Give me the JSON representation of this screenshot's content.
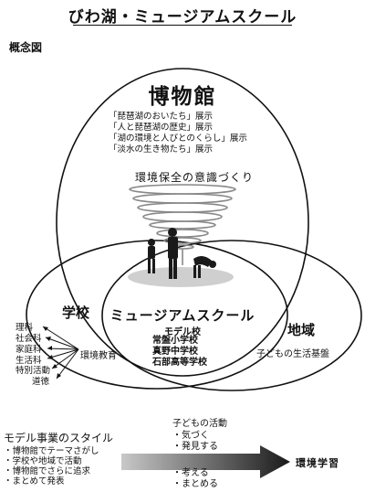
{
  "title": "びわ湖・ミュージアムスクール",
  "concept_label": "概念図",
  "museum": {
    "title": "博物館",
    "exhibits": [
      "「琵琶湖のおいたち」展示",
      "「人と琵琶湖の歴史」展示",
      "「湖の環境と人びとのくらし」展示",
      "「淡水の生き物たち」展示"
    ],
    "env_awareness": "環境保全の意識づくり"
  },
  "school": {
    "title": "学校",
    "subjects": [
      "理科",
      "社会科",
      "家庭科",
      "生活科",
      "特別活動",
      "道徳"
    ],
    "env_education": "環境教育"
  },
  "museum_school": {
    "title": "ミュージアムスクール",
    "model_label": "モデル校",
    "model_schools": [
      "常盤小学校",
      "真野中学校",
      "石部高等学校"
    ]
  },
  "region": {
    "title": "地域",
    "text": "子どもの生活基盤"
  },
  "model_style": {
    "title": "モデル事業のスタイル",
    "items": [
      "・博物館でテーマさがし",
      "・学校や地域で活動",
      "・博物館でさらに追求",
      "・まとめて発表"
    ]
  },
  "children_activity": {
    "title": "子どもの活動",
    "items_top": [
      "・気づく",
      "・発見する"
    ],
    "items_bottom": [
      "・考える",
      "・まとめる"
    ]
  },
  "env_learning": "環境学習",
  "icons": {
    "people_photo": "children-looking-at-ground-photo",
    "spiral": "spiral-whirlwind"
  }
}
